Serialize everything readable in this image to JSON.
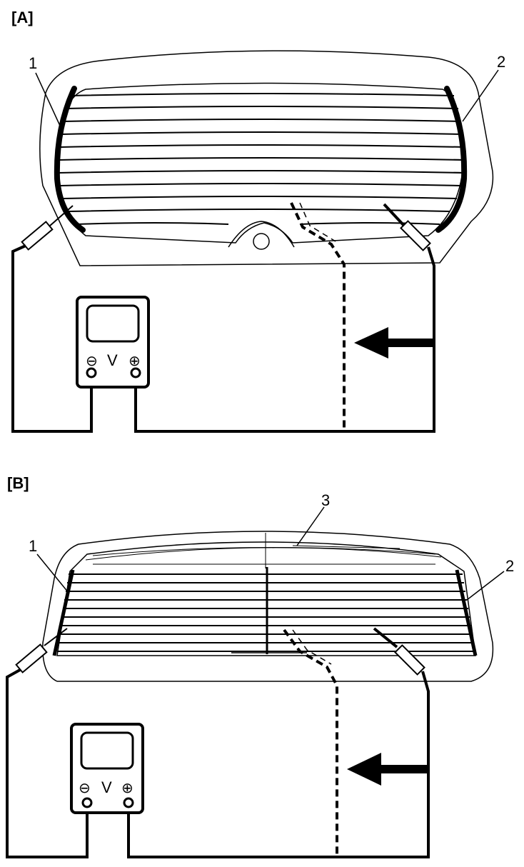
{
  "panel_a": {
    "label": "[A]",
    "callouts": {
      "left": "1",
      "right": "2"
    },
    "meter": {
      "symbol": "V",
      "minus": "⊖",
      "plus": "⊕"
    }
  },
  "panel_b": {
    "label": "[B]",
    "callouts": {
      "left": "1",
      "right": "2",
      "top": "3"
    },
    "meter": {
      "symbol": "V",
      "minus": "⊖",
      "plus": "⊕"
    }
  }
}
